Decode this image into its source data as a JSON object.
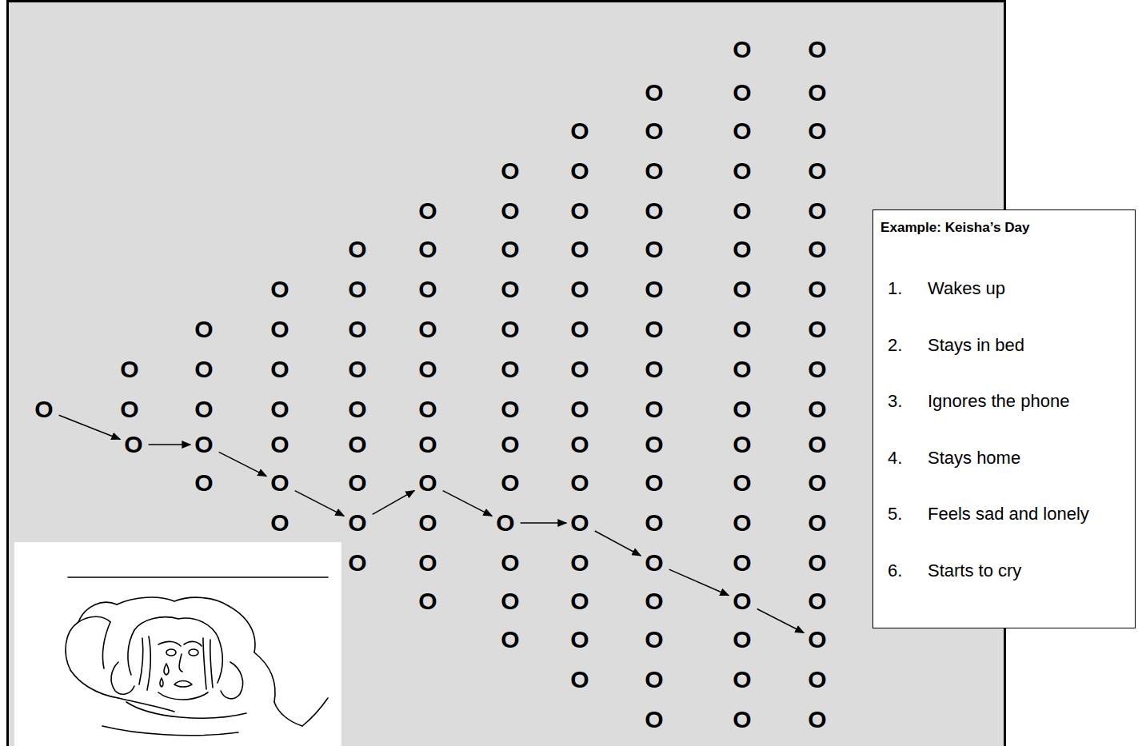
{
  "diagram": {
    "nodes": [
      {
        "text": [
          "O"
        ]
      },
      {
        "text": [
          "O"
        ]
      },
      {
        "text": [
          "O"
        ]
      },
      {
        "text": [
          "O"
        ]
      },
      {
        "text": [
          "O"
        ]
      },
      {
        "text": [
          "O"
        ]
      },
      {
        "text": [
          "O"
        ]
      },
      {
        "text": [
          "O"
        ]
      },
      {
        "text": [
          "O"
        ]
      },
      {
        "text": [
          "O"
        ]
      },
      {
        "text": [
          "O"
        ]
      },
      {
        "text": [
          "Example: Keisha’s Day",
          "1.",
          "Wakes up",
          "2.",
          "Stays in bed",
          "3.",
          "Ignores the phone",
          "4.",
          "Stays home",
          "5.",
          "Feels sad and lonely",
          "6.",
          "Starts to cry"
        ]
      }
    ],
    "edges": [
      {
        "from": 0,
        "to": 1,
        "arrow": "to"
      },
      {
        "from": 1,
        "to": 2,
        "arrow": "to"
      },
      {
        "from": 2,
        "to": 3,
        "arrow": "to"
      },
      {
        "from": 3,
        "to": 4,
        "arrow": "to"
      },
      {
        "from": 4,
        "to": 5,
        "arrow": "to"
      },
      {
        "from": 5,
        "to": 6,
        "arrow": "to"
      },
      {
        "from": 6,
        "to": 7,
        "arrow": "to"
      },
      {
        "from": 7,
        "to": 8,
        "arrow": "to"
      },
      {
        "from": 8,
        "to": 9,
        "arrow": "to"
      },
      {
        "from": 9,
        "to": 10,
        "arrow": "to"
      }
    ],
    "labels": [
      "O",
      "O",
      "O",
      "O",
      "O",
      "O",
      "O",
      "O",
      "O",
      "O",
      "O",
      "O",
      "O",
      "O",
      "O",
      "O",
      "O",
      "O",
      "O",
      "O",
      "O",
      "O",
      "O",
      "O",
      "O",
      "O",
      "O",
      "O",
      "O",
      "O",
      "O",
      "O",
      "O",
      "O",
      "O",
      "O",
      "O",
      "O",
      "O",
      "O",
      "O",
      "O",
      "O",
      "O",
      "O",
      "O",
      "O",
      "O",
      "O",
      "O",
      "O",
      "O",
      "O",
      "O",
      "O",
      "O",
      "O",
      "O",
      "O",
      "O",
      "O",
      "O",
      "O",
      "O",
      "O",
      "O",
      "O",
      "O",
      "O",
      "O",
      "O",
      "O",
      "O",
      "O",
      "O",
      "O",
      "O",
      "O",
      "O",
      "O",
      "O",
      "O",
      "O",
      "O",
      "O",
      "O",
      "O",
      "O",
      "O",
      "O",
      "O",
      "O",
      "O",
      "O",
      "O",
      "O",
      "O",
      "O",
      "O",
      "O",
      "O",
      "O",
      "O",
      "O",
      "O",
      "O"
    ]
  }
}
